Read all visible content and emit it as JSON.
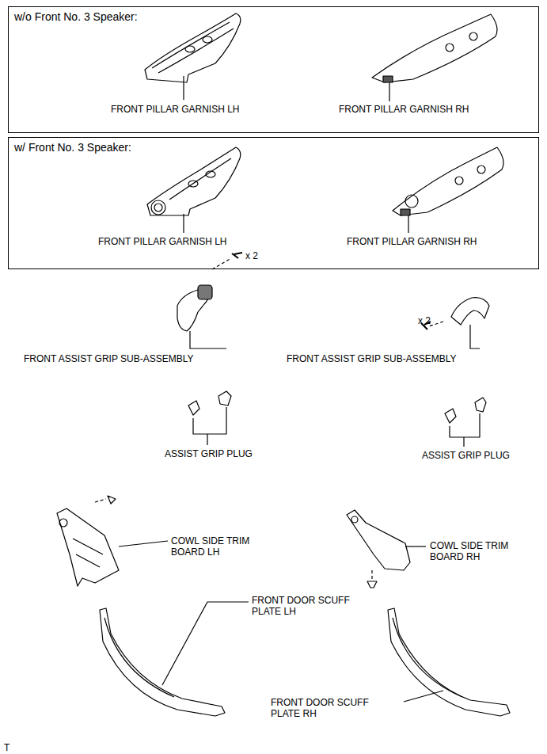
{
  "diagram": {
    "nodes": [
      {
        "text": [
          "w/o Front No. 3 Speaker:"
        ]
      },
      {
        "text": [
          "w/ Front No. 3 Speaker:"
        ]
      }
    ],
    "labels": [
      "FRONT PILLAR GARNISH LH",
      "FRONT PILLAR GARNISH RH",
      "FRONT PILLAR GARNISH LH",
      "FRONT PILLAR GARNISH RH",
      "x 2",
      "x 2",
      "FRONT ASSIST GRIP SUB-ASSEMBLY",
      "FRONT ASSIST GRIP SUB-ASSEMBLY",
      "ASSIST GRIP PLUG",
      "ASSIST GRIP PLUG",
      "COWL SIDE TRIM BOARD LH",
      "COWL SIDE TRIM BOARD RH",
      "FRONT DOOR SCUFF PLATE LH",
      "FRONT DOOR SCUFF PLATE RH",
      "T"
    ]
  }
}
